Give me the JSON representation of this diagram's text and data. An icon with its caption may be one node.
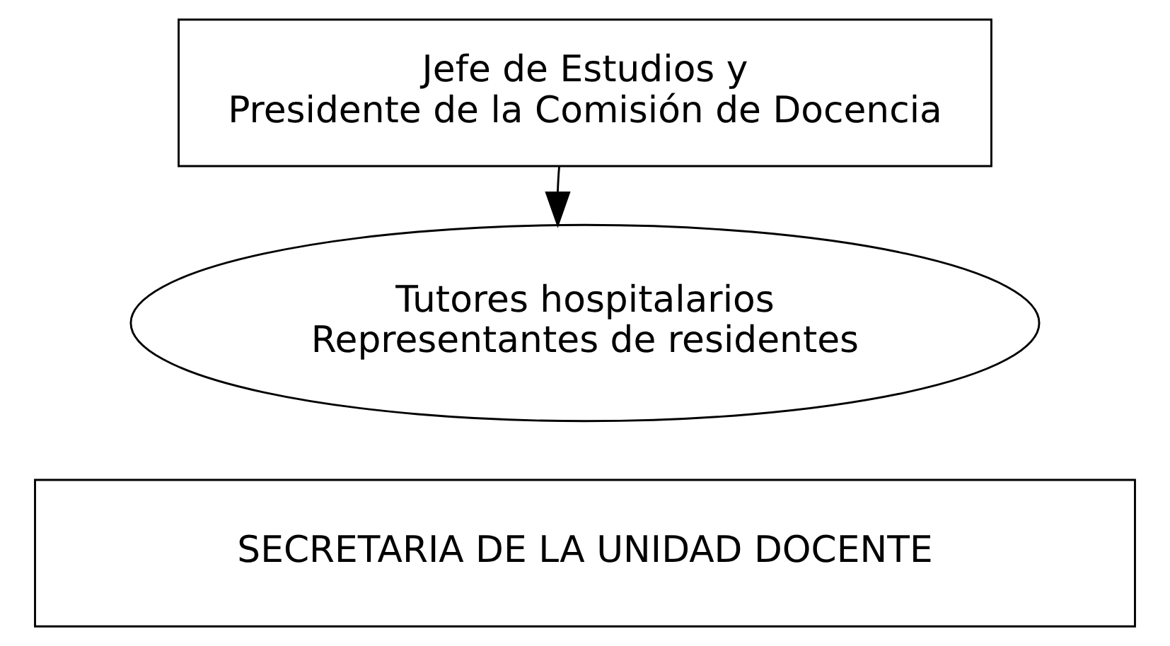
{
  "diagram": {
    "nodes": [
      {
        "text": [
          "Jefe de Estudios y Presidente de la Comisión de Docencia"
        ]
      },
      {
        "text": [
          "Tutores hospitalarios Representantes de residentes"
        ]
      },
      {
        "text": [
          "SECRETARIA DE LA UNIDAD DOCENTE"
        ]
      }
    ],
    "edges": [
      {
        "from": 0,
        "to": 1,
        "arrow": "to"
      }
    ]
  }
}
